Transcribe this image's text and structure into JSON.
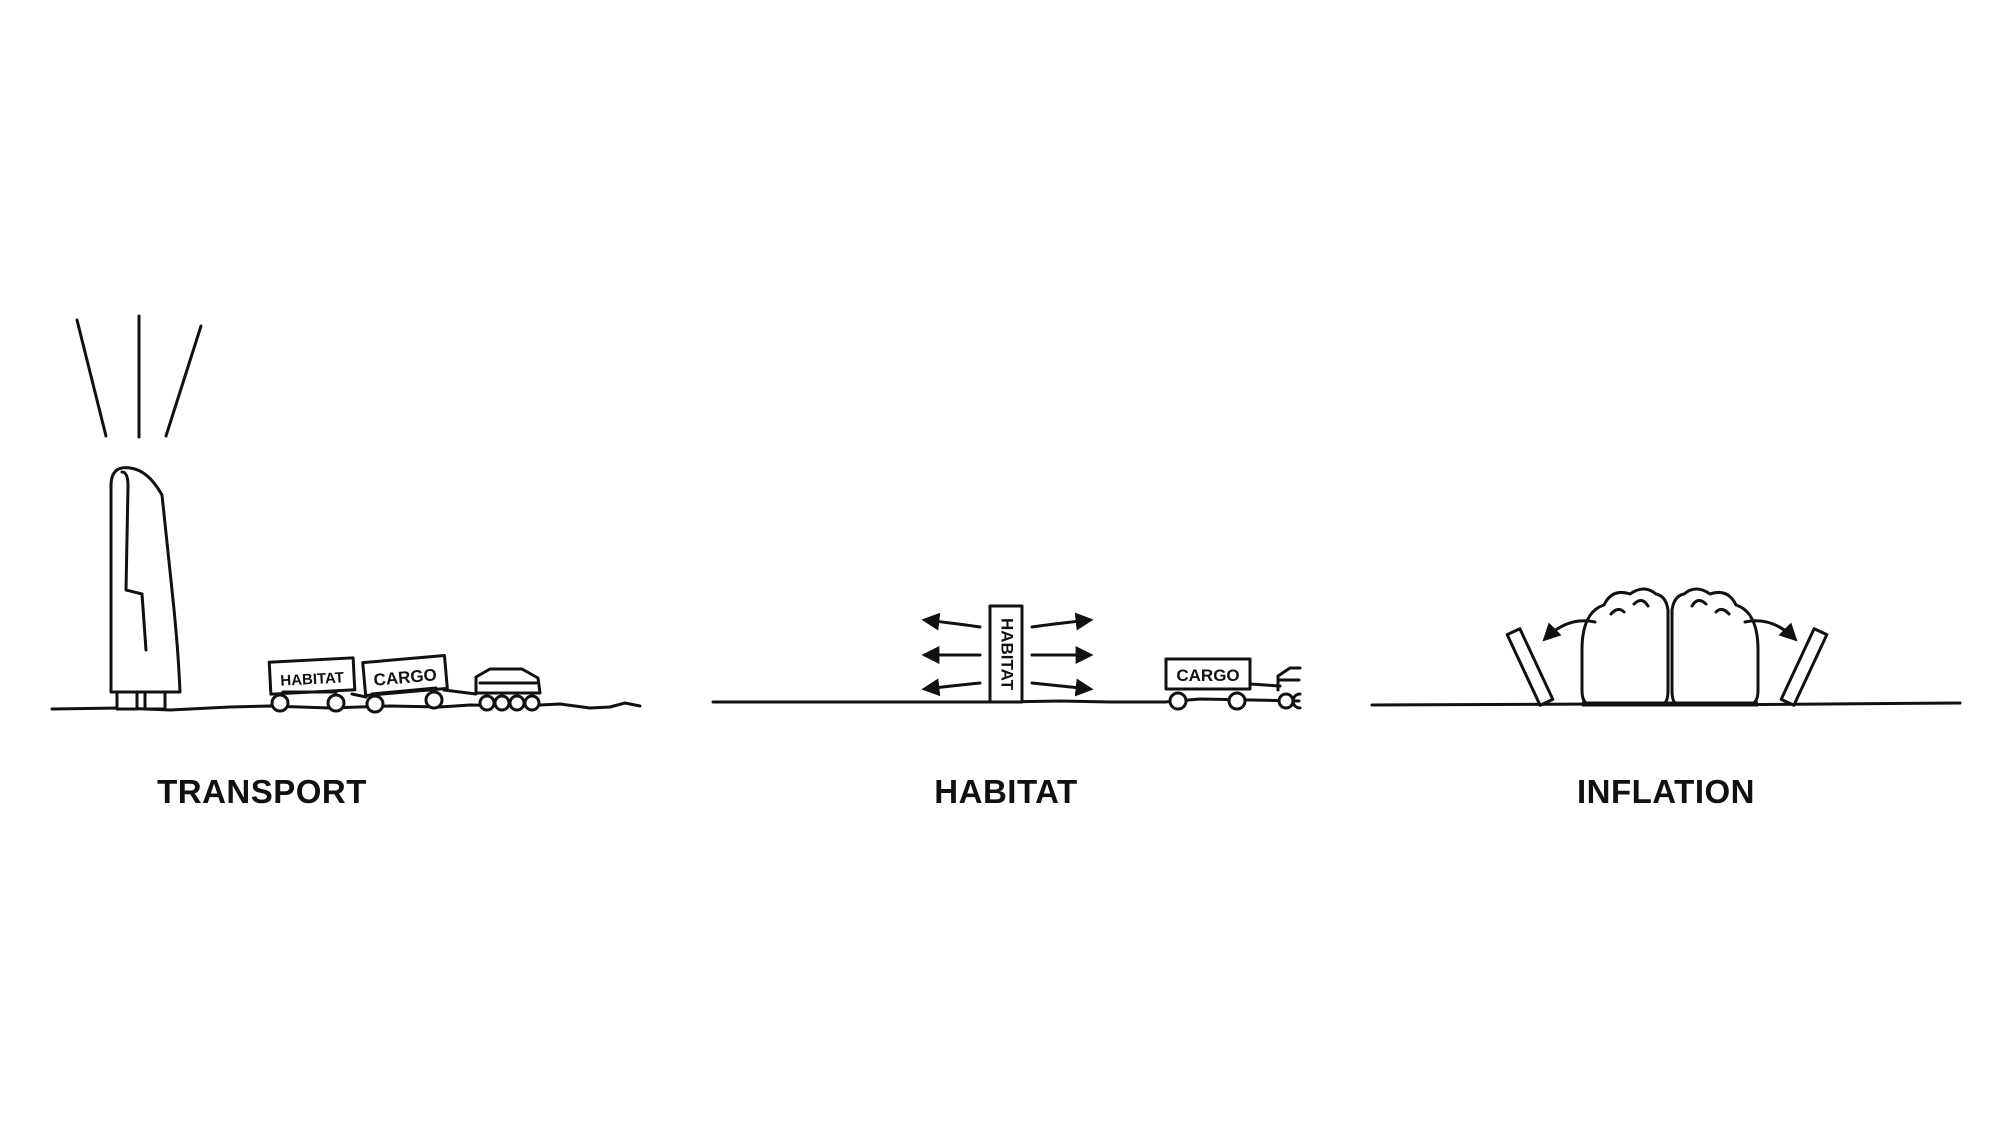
{
  "panels": [
    {
      "caption": "TRANSPORT",
      "boxes": [
        "HABITAT",
        "CARGO"
      ]
    },
    {
      "caption": "HABITAT",
      "boxes": [
        "HABITAT",
        "CARGO"
      ]
    },
    {
      "caption": "INFLATION",
      "boxes": []
    }
  ],
  "colors": {
    "ink": "#111111",
    "background": "#ffffff"
  }
}
